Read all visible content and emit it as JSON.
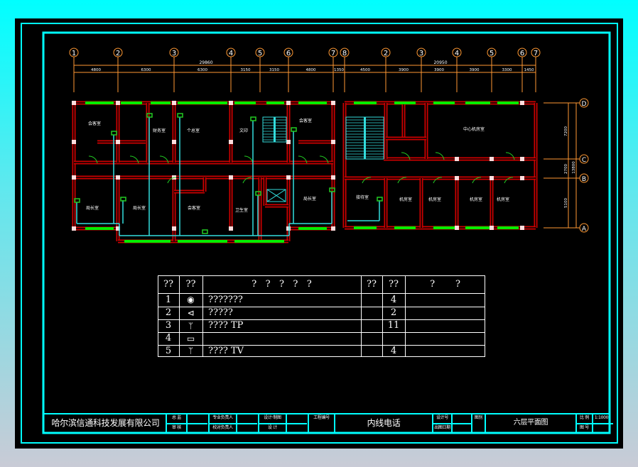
{
  "colors": {
    "frame": "#00ffff",
    "wall": "#cc0000",
    "window": "#00ee00",
    "axis": "#ff9933",
    "wire": "#33dddd",
    "device": "#22cc22"
  },
  "axes_top_left": [
    "1",
    "2",
    "3",
    "4",
    "5",
    "6",
    "7"
  ],
  "axes_top_right": [
    "8",
    "2",
    "3",
    "4",
    "5",
    "6",
    "7"
  ],
  "axes_side": [
    "D",
    "C",
    "B",
    "A"
  ],
  "dims_left_total": "29860",
  "dims_left": [
    "4800",
    "6300",
    "6300",
    "3150",
    "3150",
    "4800",
    "1350"
  ],
  "dims_right_total": "20950",
  "dims_right": [
    "4500",
    "3900",
    "3900",
    "3900",
    "3300",
    "1450"
  ],
  "dims_side": [
    "7200",
    "2700",
    "5100",
    "13800"
  ],
  "rooms_left": [
    "会客室",
    "财务室",
    "个总室",
    "文印",
    "会客室",
    "局长室",
    "局长室",
    "会客室",
    "卫生室",
    "局长室"
  ],
  "rooms_right": [
    "中心机房室",
    "接待室",
    "机房室",
    "机房室",
    "机房室",
    "机房室"
  ],
  "legend_table": {
    "headers": [
      "??",
      "??",
      "?   ?   ?   ?   ?",
      "??",
      "??",
      "?       ?"
    ],
    "rows": [
      {
        "no": "1",
        "icon": "speaker-icon",
        "name": "???????",
        "qty": "4"
      },
      {
        "no": "2",
        "icon": "camera-icon",
        "name": "?????",
        "qty": "2"
      },
      {
        "no": "3",
        "icon": "tp-outlet-icon",
        "name": "???? TP",
        "qty": "11"
      },
      {
        "no": "4",
        "icon": "switch-box-icon",
        "name": "",
        "qty": ""
      },
      {
        "no": "5",
        "icon": "tv-outlet-icon",
        "name": "???? TV",
        "qty": "4"
      }
    ]
  },
  "title_block": {
    "company": "哈尔滨信通科技发展有限公司",
    "project": "内线电话",
    "drawing": "六层平面图",
    "scale_label": "比 例",
    "scale": "1:1000",
    "drawno_label": "图 号",
    "cells": [
      "总 监",
      "审 核",
      "专业负责人",
      "校对负责人",
      "设计·制图",
      "设 计",
      "工程编号",
      "设计号",
      "出图日期",
      "图别"
    ]
  }
}
